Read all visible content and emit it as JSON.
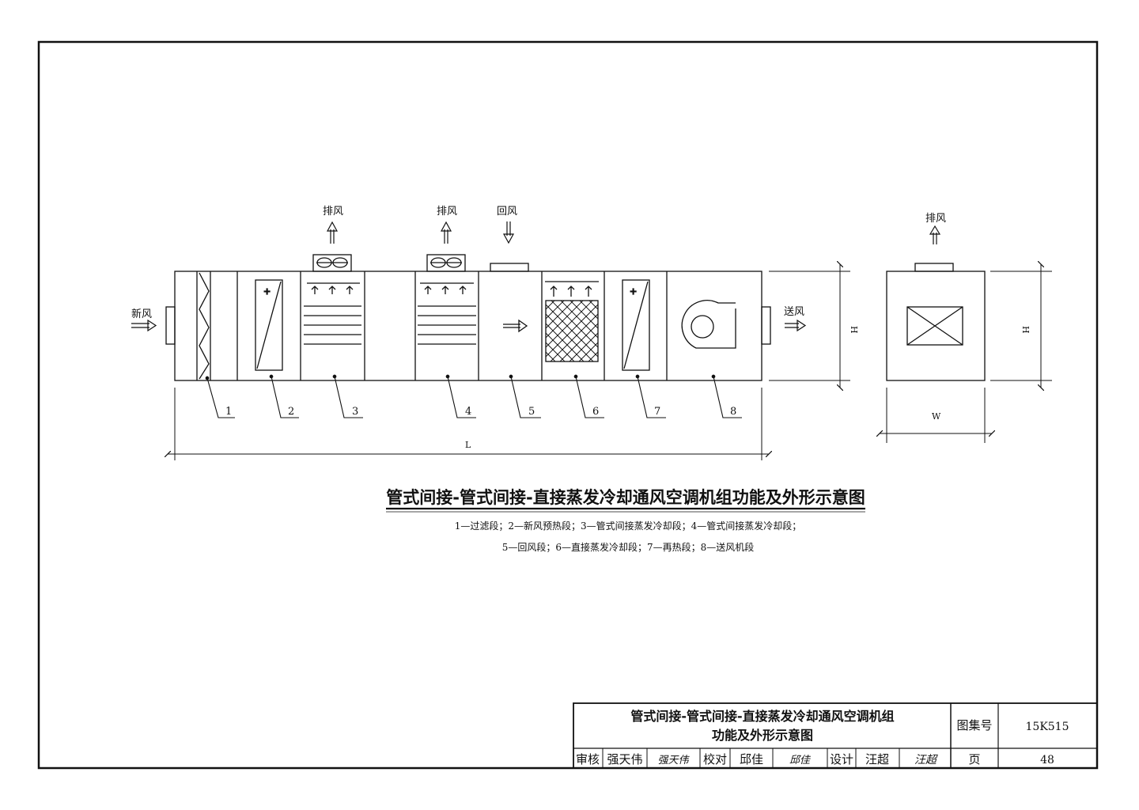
{
  "airflow": {
    "fresh_air": "新风",
    "exhaust_1": "排风",
    "exhaust_2": "排风",
    "return_air": "回风",
    "supply_air": "送风",
    "exhaust_side": "排风"
  },
  "dimensions": {
    "length": "L",
    "height": "H",
    "height_side": "H",
    "width": "W"
  },
  "sections": [
    "1",
    "2",
    "3",
    "4",
    "5",
    "6",
    "7",
    "8"
  ],
  "title": "管式间接-管式间接-直接蒸发冷却通风空调机组功能及外形示意图",
  "legend": {
    "line1": "1—过滤段；2—新风预热段；3—管式间接蒸发冷却段；4—管式间接蒸发冷却段；",
    "line2": "5—回风段；6—直接蒸发冷却段；7—再热段；8—送风机段"
  },
  "title_block": {
    "title_line1": "管式间接-管式间接-直接蒸发冷却通风空调机组",
    "title_line2": "功能及外形示意图",
    "atlas_label": "图集号",
    "atlas_value": "15K515",
    "page_label": "页",
    "page_value": "48",
    "review_label": "审核",
    "review_name": "强天伟",
    "review_sign": "强天伟",
    "check_label": "校对",
    "check_name": "邱佳",
    "check_sign": "邱佳",
    "design_label": "设计",
    "design_name": "汪超",
    "design_sign": "汪超"
  }
}
